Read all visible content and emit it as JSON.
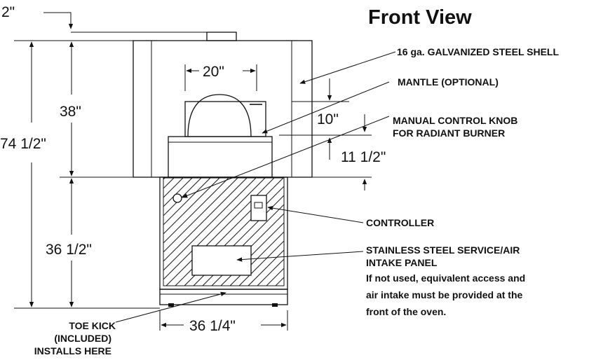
{
  "title": "Front View",
  "dimensions": {
    "top_offset": "2\"",
    "width_inner": "20\"",
    "height_upper": "38\"",
    "height_total": "74 1/2\"",
    "height_lower": "36 1/2\"",
    "mantle_drop": "10\"",
    "mantle_gap": "11 1/2\"",
    "base_width": "36 1/4\""
  },
  "callouts": {
    "shell": "16 ga. GALVANIZED STEEL SHELL",
    "mantle": "MANTLE (OPTIONAL)",
    "knob_line1": "MANUAL CONTROL KNOB",
    "knob_line2": "FOR RADIANT BURNER",
    "controller": "CONTROLLER",
    "panel_line1": "STAINLESS STEEL SERVICE/AIR",
    "panel_line2": "INTAKE PANEL",
    "note_line1": "If not used, equivalent access and",
    "note_line2": "air intake must be provided at the",
    "note_line3": "front of the oven.",
    "toe_line1": "TOE KICK",
    "toe_line2": "(INCLUDED)",
    "toe_line3": "INSTALLS HERE"
  }
}
